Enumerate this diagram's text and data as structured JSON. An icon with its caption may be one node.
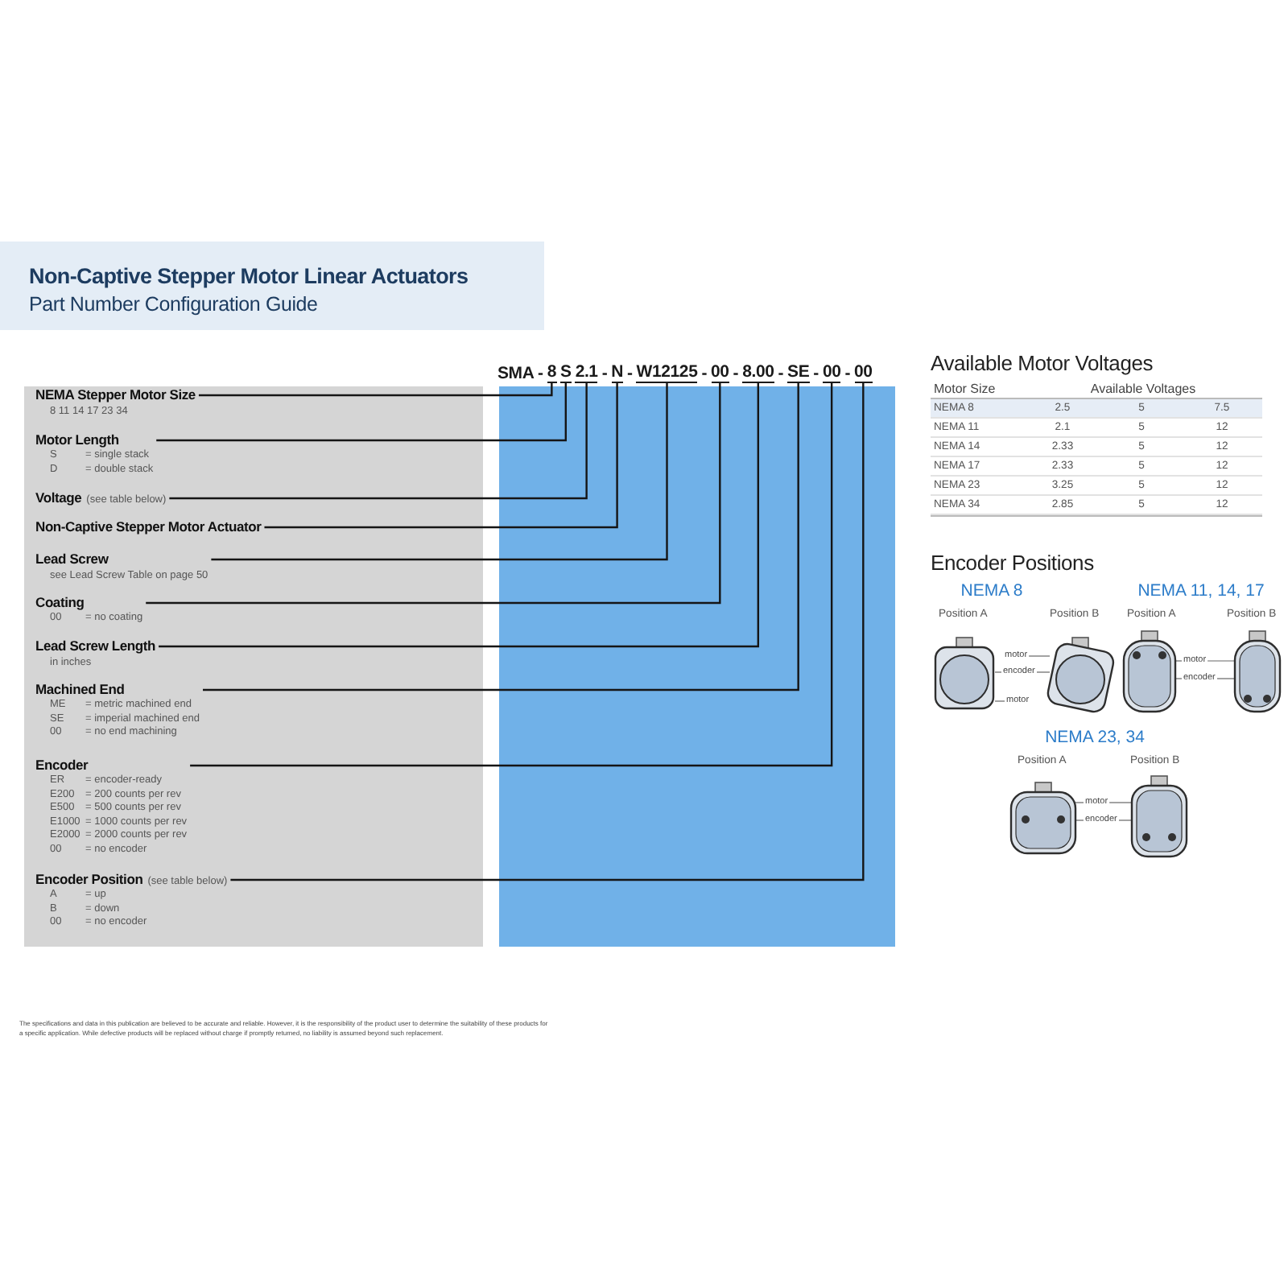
{
  "diagram": {
    "title": "Non-Captive Stepper Motor Linear Actuators",
    "nodes": [
      {
        "text": [
          "NEMA Stepper Motor Size",
          "8 11 14 17 23 34"
        ]
      },
      {
        "text": [
          "Motor Length",
          "S = single stack",
          "D = double stack"
        ]
      },
      {
        "text": [
          "Voltage",
          "(see table below)"
        ]
      },
      {
        "text": [
          "Non-Captive Stepper Motor Actuator"
        ]
      },
      {
        "text": [
          "Lead Screw",
          "see Lead Screw Table on page 50"
        ]
      },
      {
        "text": [
          "Coating",
          "00 = no coating"
        ]
      },
      {
        "text": [
          "Lead Screw Length",
          "in inches"
        ]
      },
      {
        "text": [
          "Machined End",
          "ME = metric machined end",
          "SE = imperial machined end",
          "00 = no end machining"
        ]
      },
      {
        "text": [
          "Encoder",
          "ER = encoder-ready",
          "E200 = 200 counts per rev",
          "E500 = 500 counts per rev",
          "E1000 = 1000 counts per rev",
          "E2000 = 2000 counts per rev",
          "00 = no encoder"
        ]
      },
      {
        "text": [
          "Encoder Position",
          "(see table below)",
          "A = up",
          "B = down",
          "00 = no encoder"
        ]
      },
      {
        "text": [
          "8"
        ]
      },
      {
        "text": [
          "S"
        ]
      },
      {
        "text": [
          "2.1"
        ]
      },
      {
        "text": [
          "N"
        ]
      },
      {
        "text": [
          "W12125"
        ]
      },
      {
        "text": [
          "00"
        ]
      },
      {
        "text": [
          "8.00"
        ]
      },
      {
        "text": [
          "SE"
        ]
      },
      {
        "text": [
          "00"
        ]
      },
      {
        "text": [
          "00"
        ]
      },
      {
        "text": [],
        "shape": "picture"
      },
      {
        "text": [],
        "shape": "picture"
      },
      {
        "text": [],
        "shape": "picture"
      },
      {
        "text": [],
        "shape": "picture"
      },
      {
        "text": [],
        "shape": "picture"
      },
      {
        "text": [],
        "shape": "picture"
      },
      {
        "text": [
          "motor"
        ]
      },
      {
        "text": [
          "encoder"
        ]
      },
      {
        "text": [
          "motor"
        ]
      },
      {
        "text": [
          "motor"
        ]
      },
      {
        "text": [
          "encoder"
        ]
      },
      {
        "text": [
          "motor"
        ]
      },
      {
        "text": [
          "encoder"
        ]
      }
    ],
    "edges": [
      {
        "from": 0,
        "to": 10,
        "arrow": "none"
      },
      {
        "from": 1,
        "to": 11,
        "arrow": "none"
      },
      {
        "from": 2,
        "to": 12,
        "arrow": "none"
      },
      {
        "from": 3,
        "to": 13,
        "arrow": "none"
      },
      {
        "from": 4,
        "to": 14,
        "arrow": "none"
      },
      {
        "from": 5,
        "to": 15,
        "arrow": "none"
      },
      {
        "from": 6,
        "to": 16,
        "arrow": "none"
      },
      {
        "from": 7,
        "to": 17,
        "arrow": "none"
      },
      {
        "from": 8,
        "to": 18,
        "arrow": "none"
      },
      {
        "from": 9,
        "to": 19,
        "arrow": "none"
      },
      {
        "from": 26,
        "to": 21,
        "arrow": "none"
      },
      {
        "from": 27,
        "to": 20,
        "arrow": "none"
      },
      {
        "from": 27,
        "to": 21,
        "arrow": "none"
      },
      {
        "from": 28,
        "to": 20,
        "arrow": "none"
      },
      {
        "from": 29,
        "to": 22,
        "arrow": "none"
      },
      {
        "from": 29,
        "to": 23,
        "arrow": "none"
      },
      {
        "from": 30,
        "to": 22,
        "arrow": "none"
      },
      {
        "from": 30,
        "to": 23,
        "arrow": "none"
      },
      {
        "from": 31,
        "to": 24,
        "arrow": "none"
      },
      {
        "from": 31,
        "to": 25,
        "arrow": "none"
      },
      {
        "from": 32,
        "to": 24,
        "arrow": "none"
      },
      {
        "from": 32,
        "to": 25,
        "arrow": "none"
      }
    ],
    "labels": [
      "Part Number Configuration Guide",
      "SMA -",
      "-",
      "-",
      "-",
      "-",
      "-",
      "-",
      "-",
      "Available Motor Voltages",
      "Motor Size",
      "Available Voltages",
      "NEMA 8",
      "2.5",
      "5",
      "7.5",
      "NEMA 11",
      "2.1",
      "5",
      "12",
      "NEMA 14",
      "2.33",
      "5",
      "12",
      "NEMA 17",
      "2.33",
      "5",
      "12",
      "NEMA 23",
      "3.25",
      "5",
      "12",
      "NEMA 34",
      "2.85",
      "5",
      "12",
      "Encoder Positions",
      "NEMA 8",
      "Position A",
      "Position B",
      "NEMA 11, 14, 17",
      "Position A",
      "Position B",
      "NEMA 23, 34",
      "Position A",
      "Position B",
      "The specifications and data in this publication are believed to be accurate and reliable. However, it is the responsibility of the product user to determine the suitability of these products for a specific application. While defective products will be replaced without charge if promptly returned, no liability is assumed beyond such replacement."
    ]
  }
}
